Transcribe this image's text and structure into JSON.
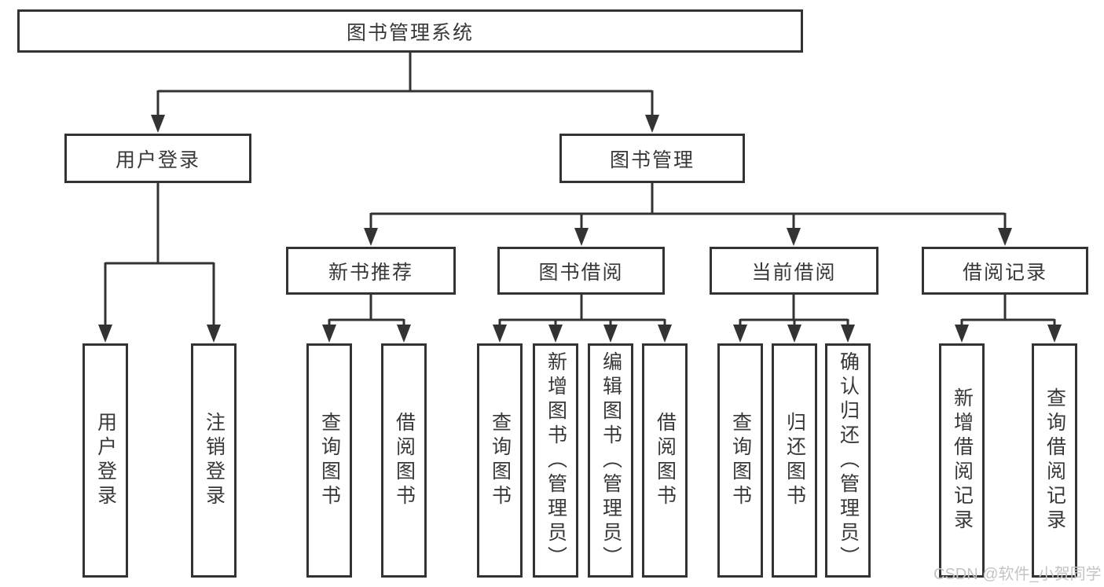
{
  "diagram": {
    "root": "图书管理系统",
    "user_login": {
      "label": "用户登录",
      "children": {
        "login": "用户登录",
        "logout": "注销登录"
      }
    },
    "book_management": {
      "label": "图书管理",
      "children": {
        "new_books": {
          "label": "新书推荐",
          "children": {
            "query_books": "查询图书",
            "borrow_books": "借阅图书"
          }
        },
        "book_borrowing": {
          "label": "图书借阅",
          "children": {
            "query_books": "查询图书",
            "add_books": "新增图书（管理员）",
            "edit_books": "编辑图书（管理员）",
            "borrow_books": "借阅图书"
          }
        },
        "current_borrowing": {
          "label": "当前借阅",
          "children": {
            "query_books": "查询图书",
            "return_books": "归还图书",
            "confirm_return": "确认归还（管理员）"
          }
        },
        "borrowing_records": {
          "label": "借阅记录",
          "children": {
            "add_record": "新增借阅记录",
            "query_record": "查询借阅记录"
          }
        }
      }
    }
  },
  "watermark": "CSDN @软件_小贺同学",
  "colors": {
    "line": "#333333",
    "text": "#383838",
    "watermark": "#c4c4c4",
    "background": "#ffffff"
  }
}
